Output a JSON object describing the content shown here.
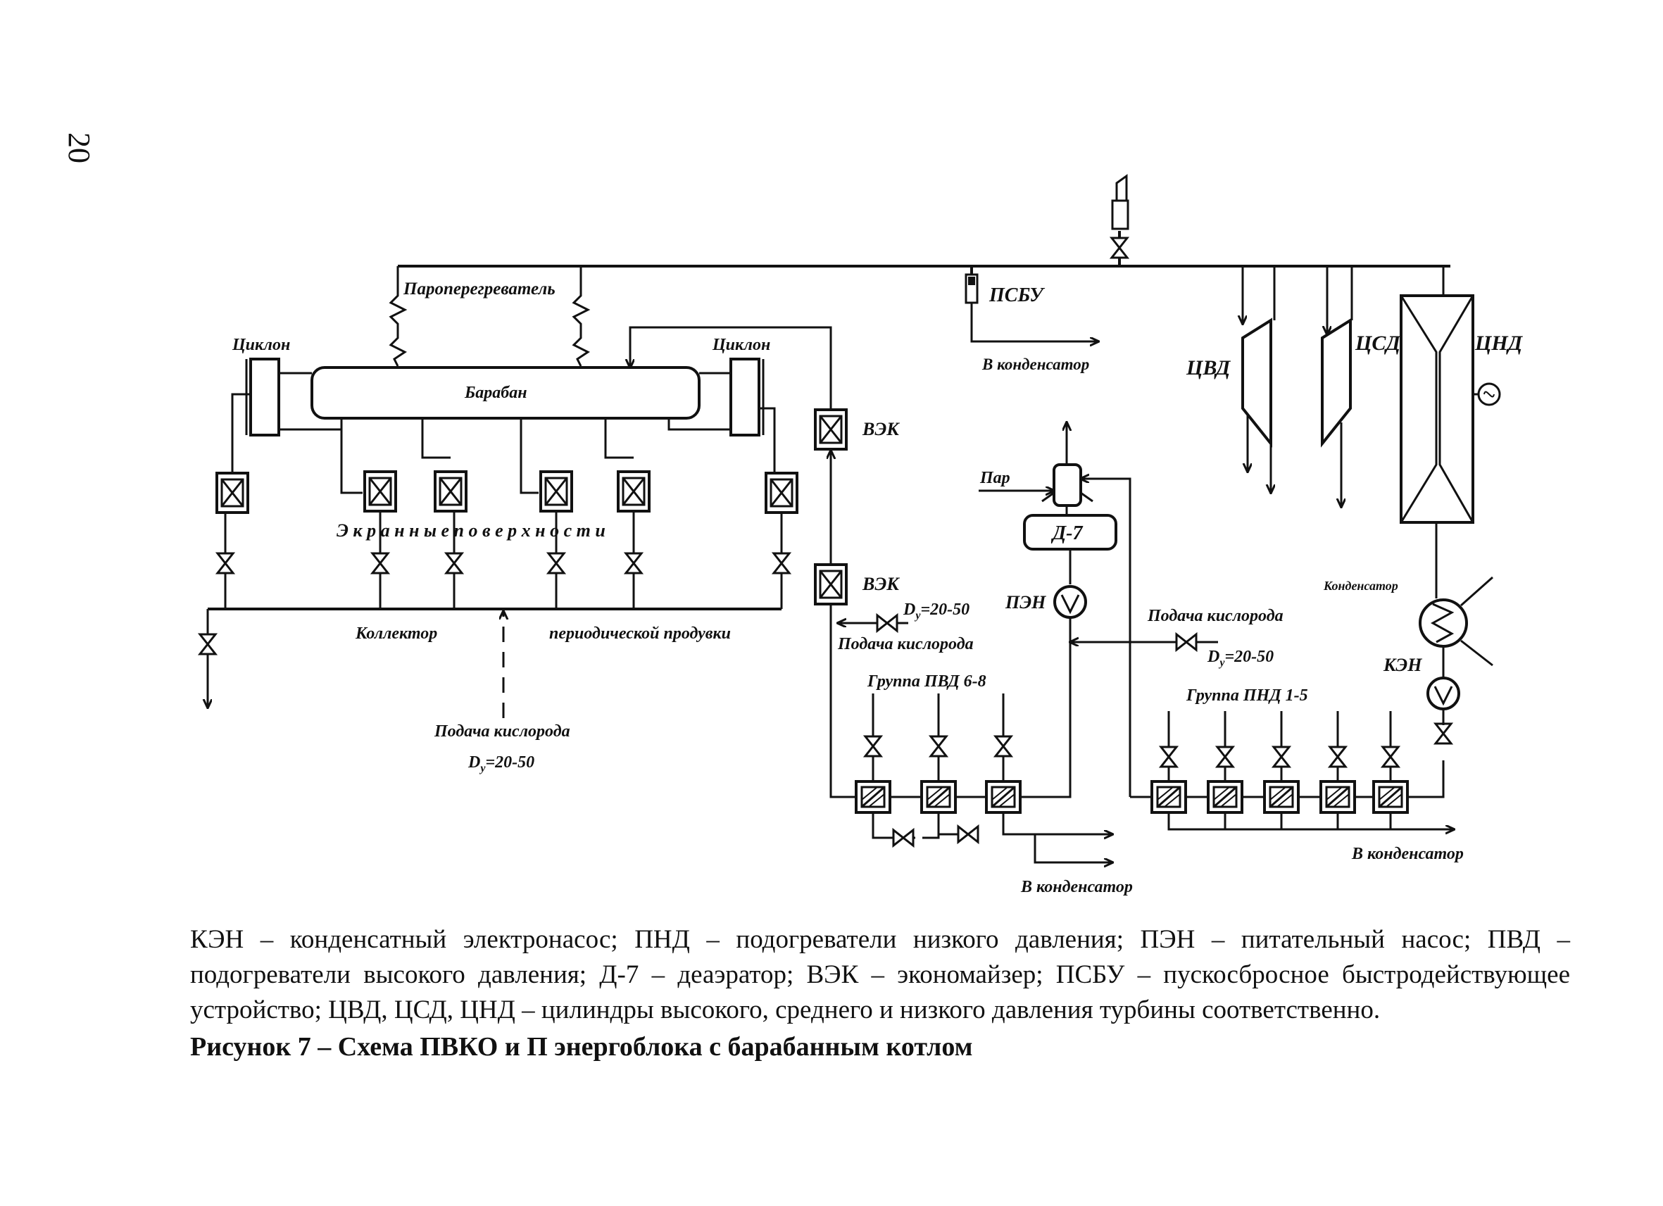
{
  "page_number": "20",
  "labels": {
    "superheater": "Пароперегреватель",
    "psbu": "ПСБУ",
    "to_condenser_top": "В конденсатор",
    "cyclone_left": "Циклон",
    "cyclone_right": "Циклон",
    "drum": "Барабан",
    "vek_upper": "ВЭК",
    "vek_lower": "ВЭК",
    "cvd": "ЦВД",
    "csd": "ЦСД",
    "cnd": "ЦНД",
    "steam": "Пар",
    "deaerator": "Д-7",
    "pen": "ПЭН",
    "screen_surfaces": "Э к р а н н ы е      п о в е р х н о с т и",
    "collector": "Коллектор",
    "periodic_blowdown": "периодической продувки",
    "dy_vek": "D",
    "dy_vek_sub": "y",
    "dy_vek_val": "=20-50",
    "oxygen_feed_vek": "Подача кислорода",
    "oxygen_feed_right": "Подача кислорода",
    "dy_right": "D",
    "dy_right_sub": "y",
    "dy_right_val": "=20-50",
    "hp_group": "Группа ПВД 6-8",
    "lp_group": "Группа ПНД 1-5",
    "condenser": "Конденсатор",
    "ken": "КЭН",
    "oxygen_feed_bottom": "Подача кислорода",
    "dy_bottom": "D",
    "dy_bottom_sub": "y",
    "dy_bottom_val": "=20-50",
    "to_condenser_hp": "В конденсатор",
    "to_condenser_lp": "В конденсатор"
  },
  "legend": "КЭН – конденсатный электронасос; ПНД – подогреватели низкого давления; ПЭН – питательный насос; ПВД – подогреватели высокого давления; Д-7 – деаэратор; ВЭК – экономайзер; ПСБУ – пускосбросное быстродействующее устройство; ЦВД, ЦСД, ЦНД – цилиндры высокого, среднего и низкого давления турбины соответственно.",
  "caption": "Рисунок 7 – Схема ПВКО и П энергоблока с барабанным котлом"
}
